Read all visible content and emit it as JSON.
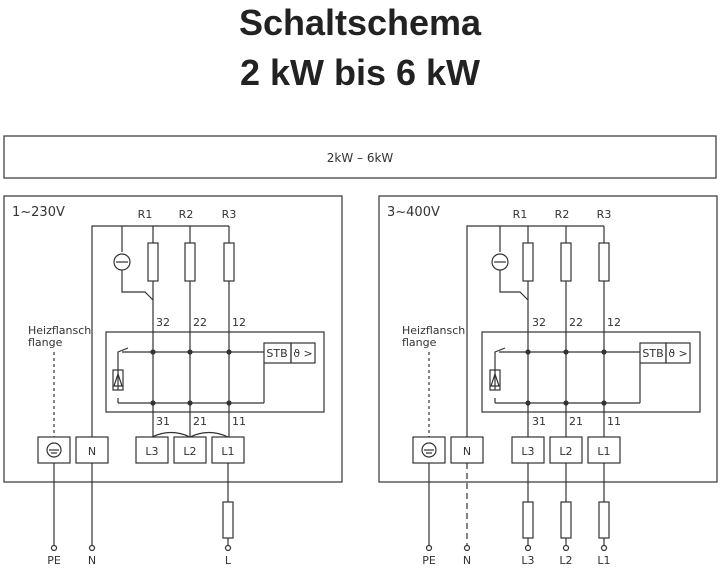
{
  "title": {
    "line1": "Schaltschema",
    "line2": "2 kW bis 6 kW"
  },
  "header_box": {
    "label": "2kW – 6kW"
  },
  "diagrams": [
    {
      "voltage": "1~230V",
      "resistors": [
        "R1",
        "R2",
        "R3"
      ],
      "inner_terminals_top": [
        "32",
        "22",
        "12"
      ],
      "inner_terminals_bottom": [
        "31",
        "21",
        "11"
      ],
      "stb_label": "STB",
      "stb_symbol": "ϑ >",
      "flange_label": [
        "Heizflansch",
        "flange"
      ],
      "terminal_block": [
        "N",
        "L3",
        "L2",
        "L1"
      ],
      "ground_icon": "ground-icon",
      "outputs": [
        "PE",
        "N",
        "L"
      ]
    },
    {
      "voltage": "3~400V",
      "resistors": [
        "R1",
        "R2",
        "R3"
      ],
      "inner_terminals_top": [
        "32",
        "22",
        "12"
      ],
      "inner_terminals_bottom": [
        "31",
        "21",
        "11"
      ],
      "stb_label": "STB",
      "stb_symbol": "ϑ >",
      "flange_label": [
        "Heizflansch",
        "flange"
      ],
      "terminal_block": [
        "N",
        "L3",
        "L2",
        "L1"
      ],
      "ground_icon": "ground-icon",
      "outputs": [
        "PE",
        "N",
        "L3",
        "L2",
        "L1"
      ]
    }
  ]
}
